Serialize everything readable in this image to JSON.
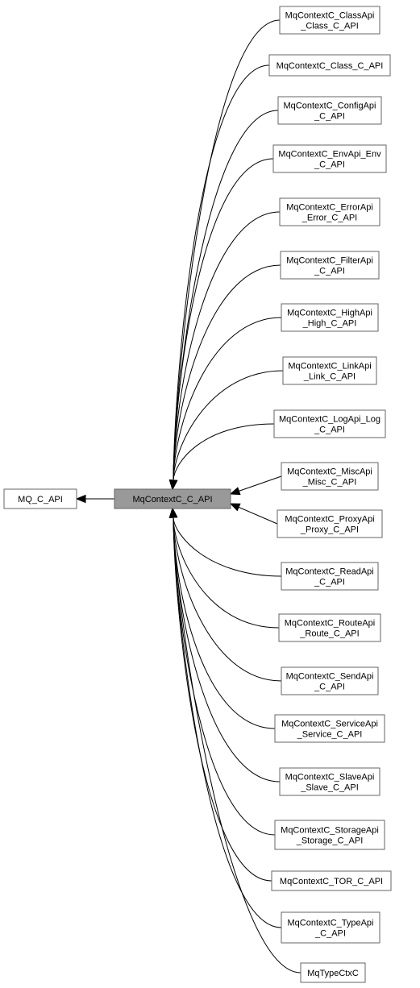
{
  "diagram": {
    "center": {
      "id": "center",
      "lines": [
        "MqContextC_C_API"
      ]
    },
    "parent": {
      "id": "parent",
      "lines": [
        "MQ_C_API"
      ]
    },
    "children": [
      {
        "id": "classapi",
        "lines": [
          "MqContextC_ClassApi",
          "_Class_C_API"
        ]
      },
      {
        "id": "class",
        "lines": [
          "MqContextC_Class_C_API"
        ]
      },
      {
        "id": "configapi",
        "lines": [
          "MqContextC_ConfigApi",
          "_C_API"
        ]
      },
      {
        "id": "envapi",
        "lines": [
          "MqContextC_EnvApi_Env",
          "_C_API"
        ]
      },
      {
        "id": "errorapi",
        "lines": [
          "MqContextC_ErrorApi",
          "_Error_C_API"
        ]
      },
      {
        "id": "filterapi",
        "lines": [
          "MqContextC_FilterApi",
          "_C_API"
        ]
      },
      {
        "id": "highapi",
        "lines": [
          "MqContextC_HighApi",
          "_High_C_API"
        ]
      },
      {
        "id": "linkapi",
        "lines": [
          "MqContextC_LinkApi",
          "_Link_C_API"
        ]
      },
      {
        "id": "logapi",
        "lines": [
          "MqContextC_LogApi_Log",
          "_C_API"
        ]
      },
      {
        "id": "miscapi",
        "lines": [
          "MqContextC_MiscApi",
          "_Misc_C_API"
        ]
      },
      {
        "id": "proxyapi",
        "lines": [
          "MqContextC_ProxyApi",
          "_Proxy_C_API"
        ]
      },
      {
        "id": "readapi",
        "lines": [
          "MqContextC_ReadApi",
          "_C_API"
        ]
      },
      {
        "id": "routeapi",
        "lines": [
          "MqContextC_RouteApi",
          "_Route_C_API"
        ]
      },
      {
        "id": "sendapi",
        "lines": [
          "MqContextC_SendApi",
          "_C_API"
        ]
      },
      {
        "id": "serviceapi",
        "lines": [
          "MqContextC_ServiceApi",
          "_Service_C_API"
        ]
      },
      {
        "id": "slaveapi",
        "lines": [
          "MqContextC_SlaveApi",
          "_Slave_C_API"
        ]
      },
      {
        "id": "storageapi",
        "lines": [
          "MqContextC_StorageApi",
          "_Storage_C_API"
        ]
      },
      {
        "id": "tor",
        "lines": [
          "MqContextC_TOR_C_API"
        ]
      },
      {
        "id": "typeapi",
        "lines": [
          "MqContextC_TypeApi",
          "_C_API"
        ]
      },
      {
        "id": "typectx",
        "lines": [
          "MqTypeCtxC"
        ]
      }
    ],
    "colors": {
      "current_fill": "#999999",
      "node_border": "#666666",
      "edge": "#000000"
    }
  }
}
